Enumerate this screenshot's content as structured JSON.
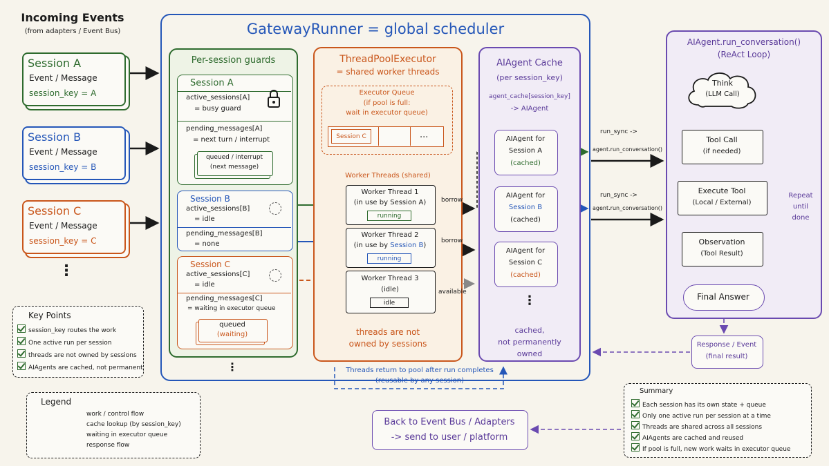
{
  "incoming": {
    "title": "Incoming Events",
    "subtitle": "(from adapters / Event Bus)",
    "sessions": [
      {
        "name": "Session A",
        "event": "Event / Message",
        "key": "session_key = A"
      },
      {
        "name": "Session B",
        "event": "Event / Message",
        "key": "session_key = B"
      },
      {
        "name": "Session C",
        "event": "Event / Message",
        "key": "session_key = C"
      }
    ],
    "more": "⋮"
  },
  "gateway": {
    "title": "GatewayRunner = global scheduler",
    "more": "⋮"
  },
  "guards": {
    "title": "Per-session guards",
    "a": {
      "name": "Session A",
      "active": "active_sessions[A]",
      "active_val": "= busy guard",
      "pending": "pending_messages[A]",
      "pending_val": "= next turn / interrupt",
      "queued": "queued / interrupt",
      "queued_sub": "(next message)"
    },
    "b": {
      "name": "Session B",
      "active": "active_sessions[B]",
      "active_val": "= idle",
      "pending": "pending_messages[B]",
      "pending_val": "= none"
    },
    "c": {
      "name": "Session C",
      "active": "active_sessions[C]",
      "active_val": "= idle",
      "pending": "pending_messages[C]",
      "pending_val": "= waiting in executor queue",
      "queued": "queued",
      "queued_sub": "(waiting)"
    }
  },
  "pool": {
    "title": "ThreadPoolExecutor",
    "subtitle": "= shared worker threads",
    "queue_title": "Executor Queue",
    "queue_sub1": "(if pool is full:",
    "queue_sub2": "wait in executor queue)",
    "queue_item": "Session C",
    "queue_more": "...",
    "workers_title": "Worker Threads (shared)",
    "w1": {
      "name": "Worker Thread 1",
      "detail_pre": "(in use by ",
      "detail_hl": "Session A",
      "detail_post": ")",
      "status": "running"
    },
    "w2": {
      "name": "Worker Thread 2",
      "detail_pre": "(in use by ",
      "detail_hl": "Session B",
      "detail_post": ")",
      "status": "running"
    },
    "w3": {
      "name": "Worker Thread 3",
      "detail": "(idle)",
      "status": "idle"
    },
    "note1": "threads are not",
    "note2": "owned by sessions"
  },
  "cache": {
    "title": "AIAgent Cache",
    "subtitle": "(per session_key)",
    "expr1": "agent_cache[session_key]",
    "expr2": "-> AIAgent",
    "a": {
      "l1": "AIAgent for",
      "l2": "Session A",
      "l3": "(cached)"
    },
    "b": {
      "l1": "AIAgent for",
      "l2": "Session B",
      "l3": "(cached)"
    },
    "c": {
      "l1": "AIAgent for",
      "l2": "Session C",
      "l3": "(cached)"
    },
    "more": "⋮",
    "note1": "cached,",
    "note2": "not permanently",
    "note3": "owned"
  },
  "react": {
    "title": "AIAgent.run_conversation()",
    "subtitle": "(ReAct Loop)",
    "think": "Think",
    "think_sub": "(LLM Call)",
    "tool": "Tool Call",
    "tool_sub": "(if needed)",
    "exec": "Execute Tool",
    "exec_sub": "(Local / External)",
    "obs": "Observation",
    "obs_sub": "(Tool Result)",
    "final": "Final Answer",
    "repeat1": "Repeat",
    "repeat2": "until",
    "repeat3": "done"
  },
  "labels": {
    "borrow": "borrow",
    "available": "available",
    "run_sync": "run_sync ->",
    "agent_run": "agent.run_conversation()",
    "return1": "Threads return to pool after run completes",
    "return2": "(reusable by any session)"
  },
  "response": {
    "l1": "Response / Event",
    "l2": "(final result)"
  },
  "back": {
    "l1": "Back to Event Bus / Adapters",
    "l2": "-> send to user / platform"
  },
  "keypoints": {
    "title": "Key Points",
    "items": [
      "session_key routes the work",
      "One active run per session",
      "threads are not owned by sessions",
      "AIAgents are cached, not permanent"
    ]
  },
  "legend": {
    "title": "Legend",
    "items": [
      {
        "label": "work / control flow",
        "color": "#1a1a1a"
      },
      {
        "label": "cache lookup (by session_key)",
        "color": "#2e6b2e"
      },
      {
        "label": "waiting in executor queue",
        "color": "#c9561b"
      },
      {
        "label": "response flow",
        "color": "#6a4ab0"
      }
    ]
  },
  "summary": {
    "title": "Summary",
    "items": [
      "Each session has its own state + queue",
      "Only one active run per session at a time",
      "Threads are shared across all sessions",
      "AIAgents are cached and reused",
      "If pool is full, new work waits in executor queue"
    ]
  }
}
